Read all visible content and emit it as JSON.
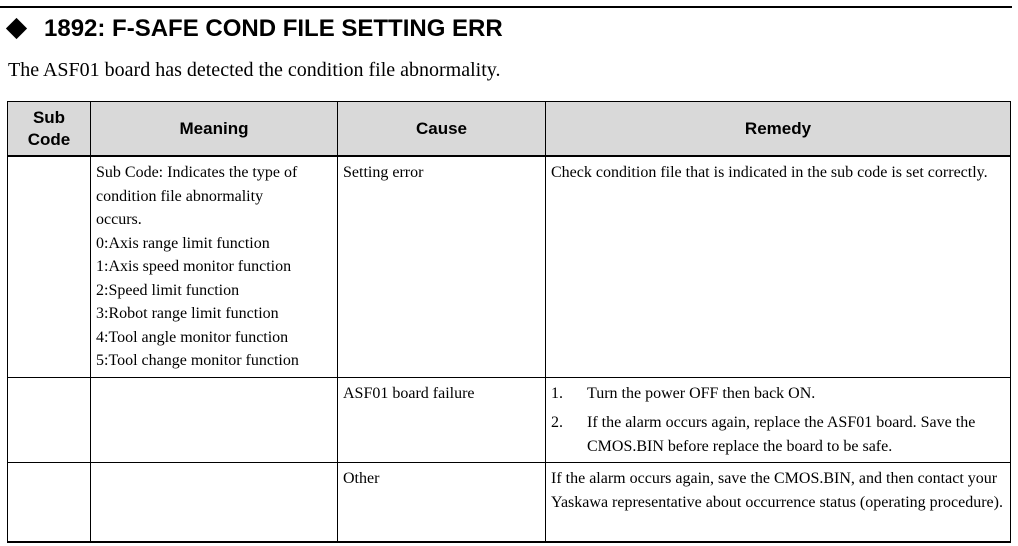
{
  "alarm": {
    "title": "1892: F-SAFE COND FILE SETTING ERR",
    "description": "The ASF01 board has detected the condition file abnormality."
  },
  "table": {
    "headers": {
      "sub_code_line1": "Sub",
      "sub_code_line2": "Code",
      "meaning": "Meaning",
      "cause": "Cause",
      "remedy": "Remedy"
    },
    "rows": [
      {
        "sub_code": "",
        "meaning": [
          "Sub Code: Indicates the type of",
          "condition file abnormality",
          "occurs.",
          "0:Axis range limit function",
          "1:Axis speed monitor function",
          "2:Speed limit function",
          "3:Robot range limit function",
          "4:Tool angle monitor function",
          "5:Tool change monitor function"
        ],
        "cause": "Setting error",
        "remedy": "Check condition file that is indicated in the sub code is set correctly."
      },
      {
        "sub_code": "",
        "meaning": [],
        "cause": "ASF01 board failure",
        "remedy_steps": [
          {
            "num": "1.",
            "text": "Turn the power OFF then back ON."
          },
          {
            "num": "2.",
            "text": "If the alarm occurs again, replace the ASF01 board. Save the CMOS.BIN before replace the board to be safe."
          }
        ]
      },
      {
        "sub_code": "",
        "meaning": [],
        "cause": "Other",
        "remedy": "If the alarm occurs again, save the CMOS.BIN, and then contact your Yaskawa representative about occurrence status (operating procedure)."
      }
    ]
  }
}
